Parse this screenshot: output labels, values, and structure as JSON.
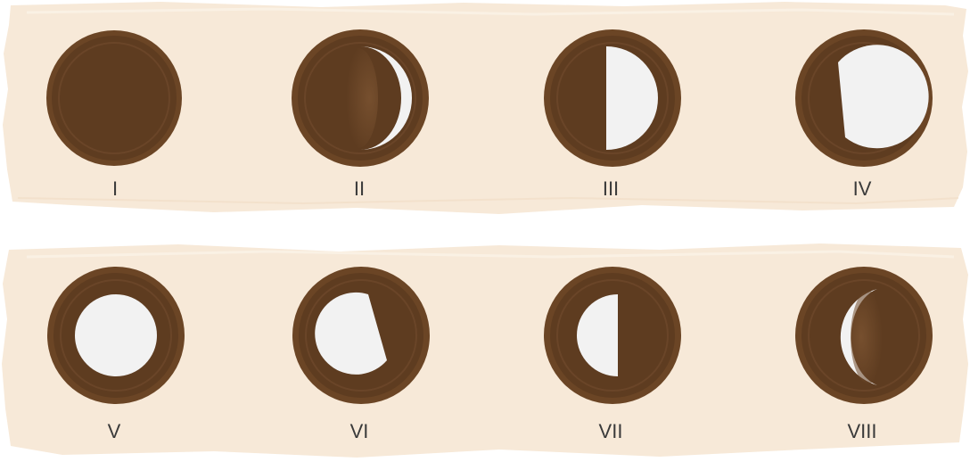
{
  "colors": {
    "band": "#f7e9d8",
    "frame_dark": "#5b3a1f",
    "frame": "#6b4525",
    "inner": "#5e3c20",
    "moon": "#f2f2f2"
  },
  "rows": [
    {
      "phases": [
        {
          "label": "I",
          "shape": "new"
        },
        {
          "label": "II",
          "shape": "waxing-crescent"
        },
        {
          "label": "III",
          "shape": "first-quarter"
        },
        {
          "label": "IV",
          "shape": "waxing-gibbous"
        }
      ]
    },
    {
      "phases": [
        {
          "label": "V",
          "shape": "full"
        },
        {
          "label": "VI",
          "shape": "waning-gibbous"
        },
        {
          "label": "VII",
          "shape": "last-quarter"
        },
        {
          "label": "VIII",
          "shape": "waning-crescent"
        }
      ]
    }
  ]
}
